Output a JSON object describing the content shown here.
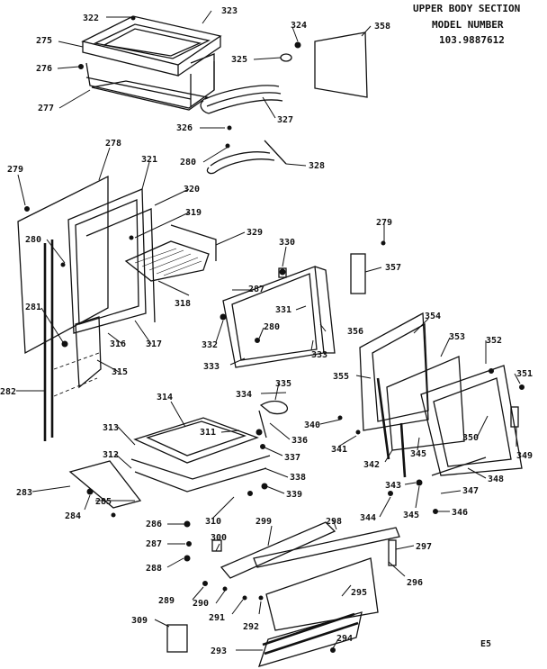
{
  "header": {
    "line1": "UPPER BODY SECTION",
    "line2": "MODEL NUMBER",
    "line3": "103.9887612"
  },
  "corner_code": "E5",
  "callouts": [
    "322",
    "323",
    "324",
    "358",
    "275",
    "325",
    "276",
    "277",
    "327",
    "326",
    "280",
    "328",
    "278",
    "321",
    "279",
    "320",
    "319",
    "329",
    "280",
    "330",
    "279",
    "357",
    "287",
    "318",
    "281",
    "331",
    "316",
    "317",
    "315",
    "280",
    "332",
    "354",
    "356",
    "353",
    "352",
    "333",
    "333",
    "351",
    "282",
    "355",
    "334",
    "335",
    "314",
    "340",
    "311",
    "336",
    "341",
    "350",
    "345",
    "349",
    "313",
    "337",
    "342",
    "312",
    "338",
    "348",
    "283",
    "343",
    "347",
    "285",
    "339",
    "284",
    "345",
    "346",
    "344",
    "286",
    "310",
    "299",
    "298",
    "300",
    "297",
    "287",
    "296",
    "288",
    "295",
    "289",
    "290",
    "291",
    "292",
    "309",
    "294",
    "293"
  ]
}
